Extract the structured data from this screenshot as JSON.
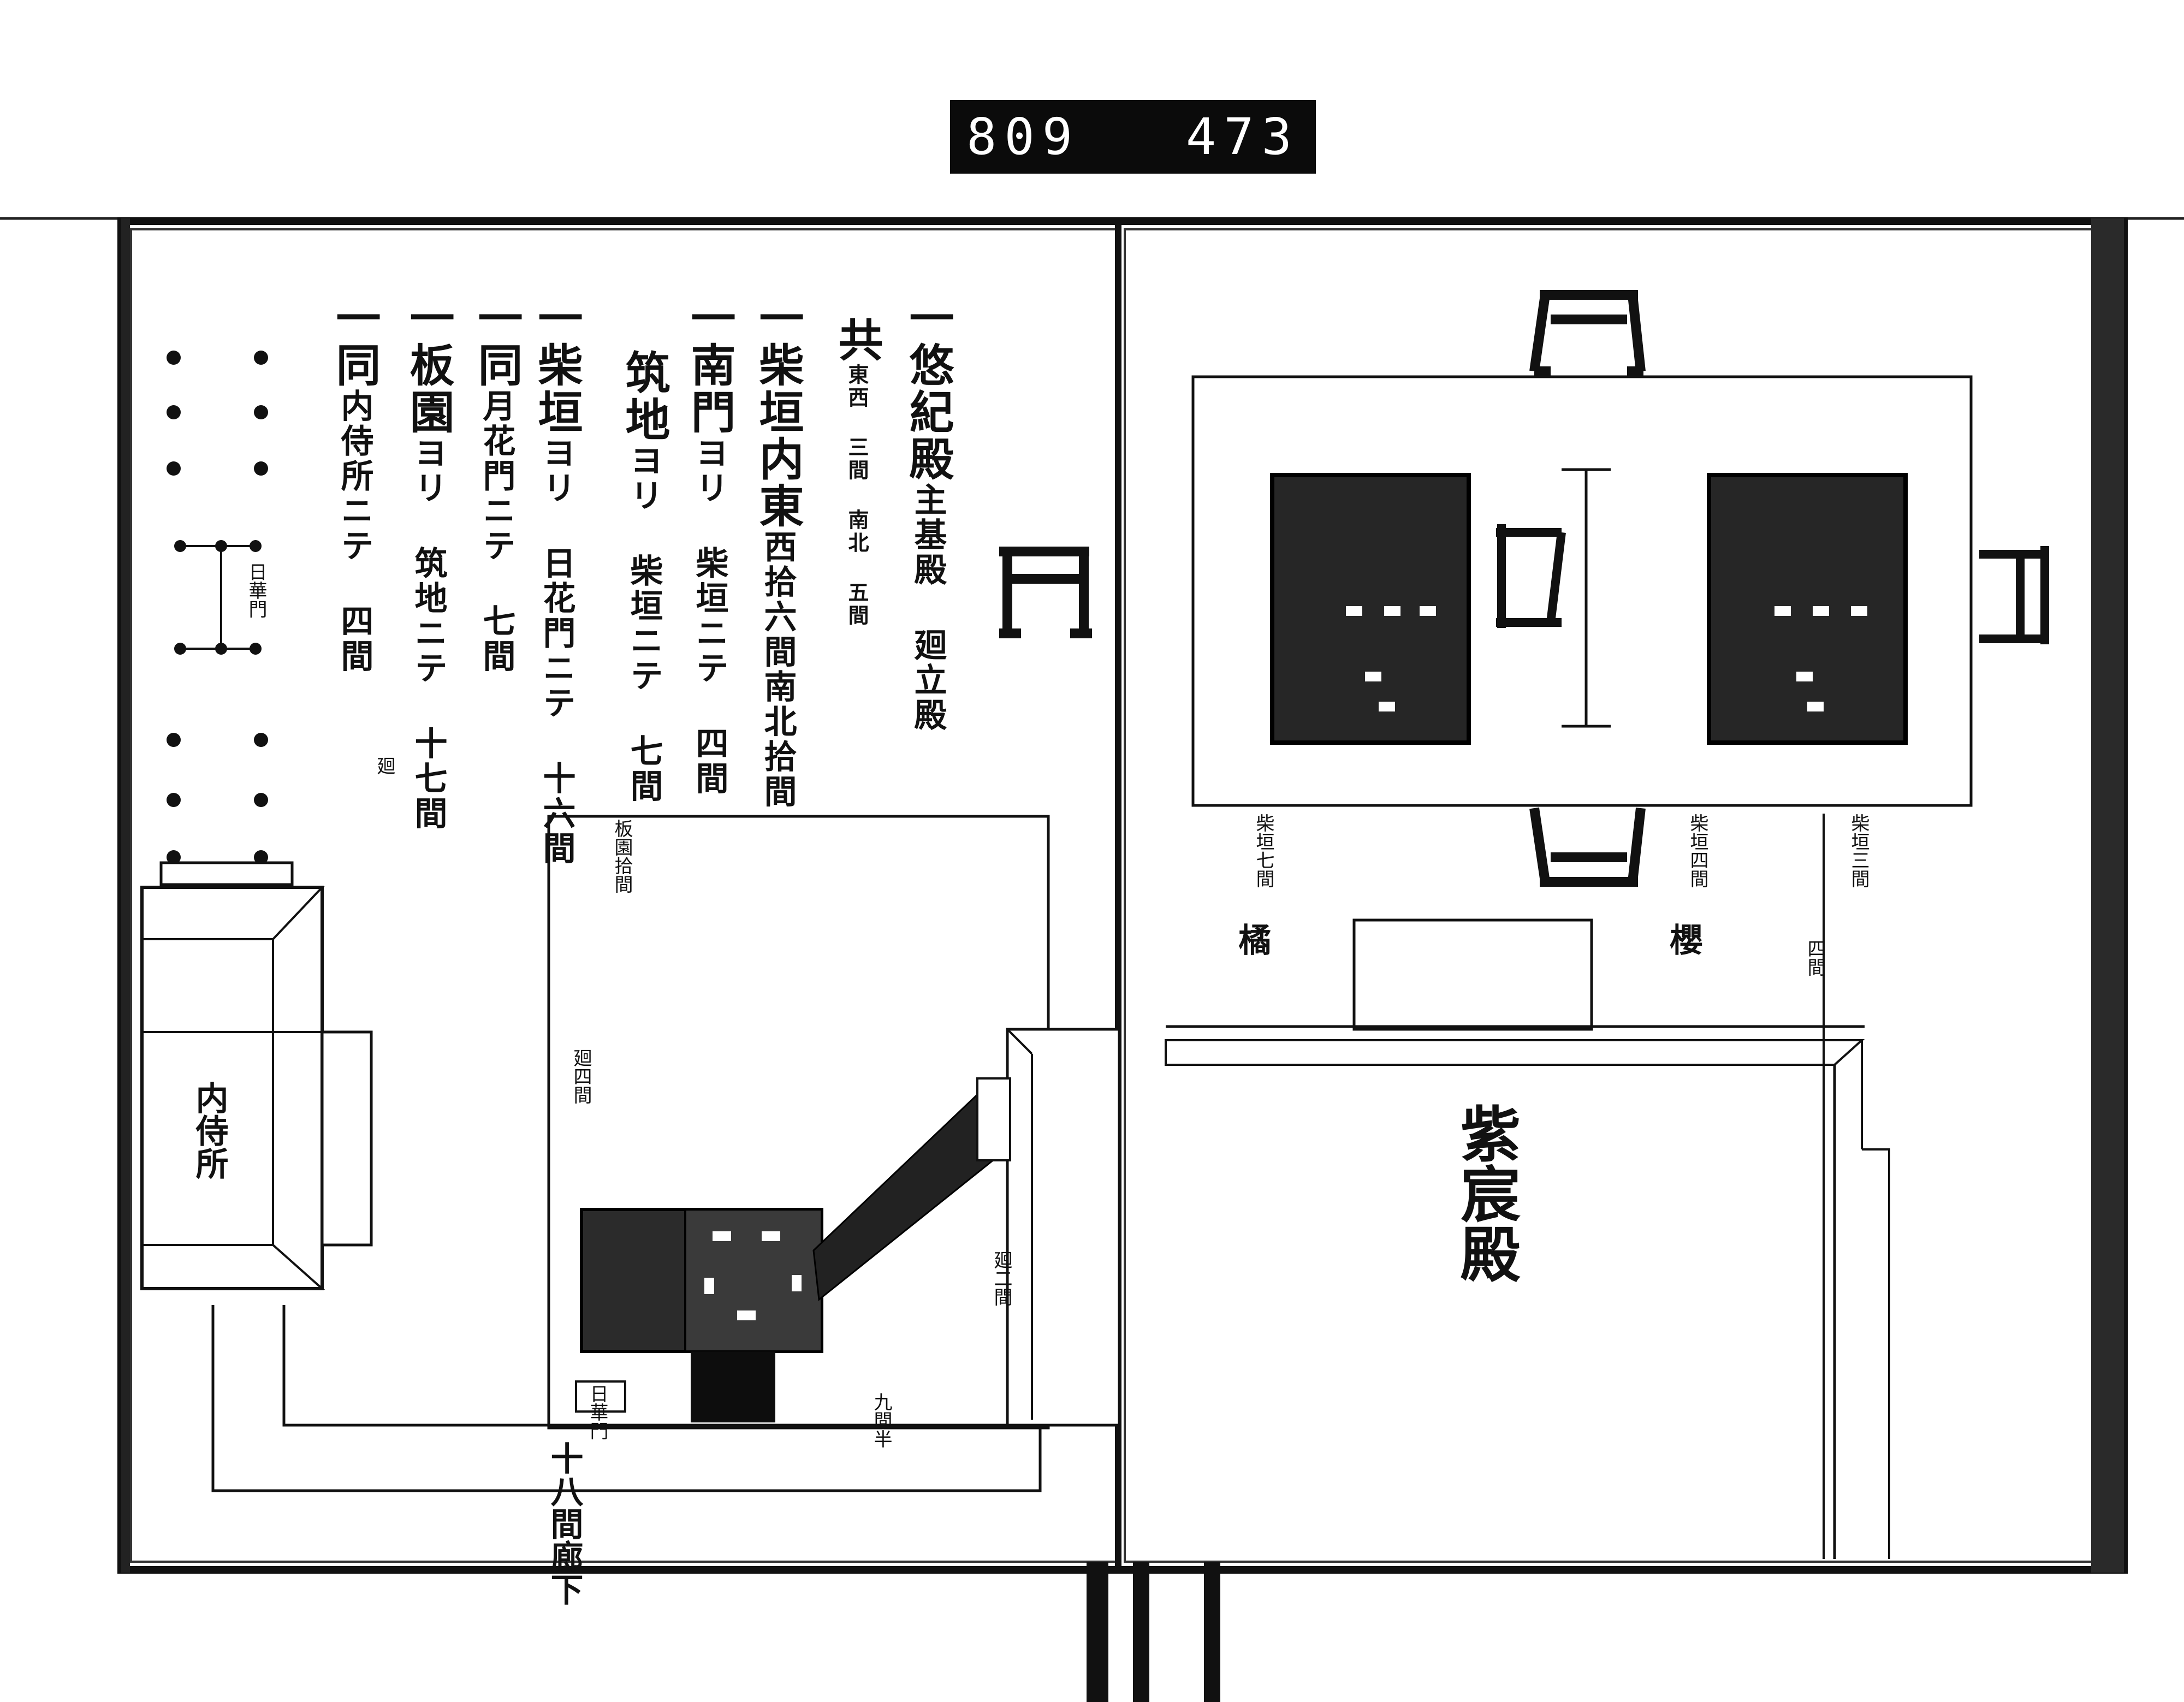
{
  "header": {
    "left_number": "809",
    "right_number": "473"
  },
  "left_page": {
    "list": [
      {
        "head": "一悠紀殿",
        "rest": "主基殿 廻立殿"
      },
      {
        "head": "共",
        "rest": "東西 三間 南北 五間"
      },
      {
        "head": "一柴垣内東",
        "rest": "西拾六間南北拾間"
      },
      {
        "head": "一南門",
        "rest": "ヨリ 柴垣ニテ 四間"
      },
      {
        "head": "筑地",
        "rest": "ヨリ 柴垣ニテ 七間"
      },
      {
        "head": "一柴垣",
        "rest": "ヨリ 日花門ニテ 十六間"
      },
      {
        "head": "一同",
        "rest": "月花門ニテ 七間"
      },
      {
        "head": "一板園",
        "rest": "ヨリ 筑地ニテ 十七間"
      },
      {
        "head": "一同",
        "rest": "内侍所ニテ 四間"
      }
    ],
    "labels": {
      "gate": "日華門",
      "naishidokoro": "内侍所",
      "itagaki_ten": "板園拾間",
      "gakaku": "日華門",
      "corridor_eighteen": "十八間廊下",
      "nine_ken": "九間半",
      "kaiin": "廻",
      "vt_left": "廻四間",
      "vt_right": "廻二間"
    }
  },
  "right_page": {
    "labels": {
      "shishinden": "紫宸殿",
      "shibagaki_seven": "柴垣七間",
      "shibagaki_four": "柴垣四間",
      "shibagaki_three": "柴垣三間",
      "left_tree": "橘",
      "right_tree": "櫻",
      "side_mark": "四間"
    }
  }
}
